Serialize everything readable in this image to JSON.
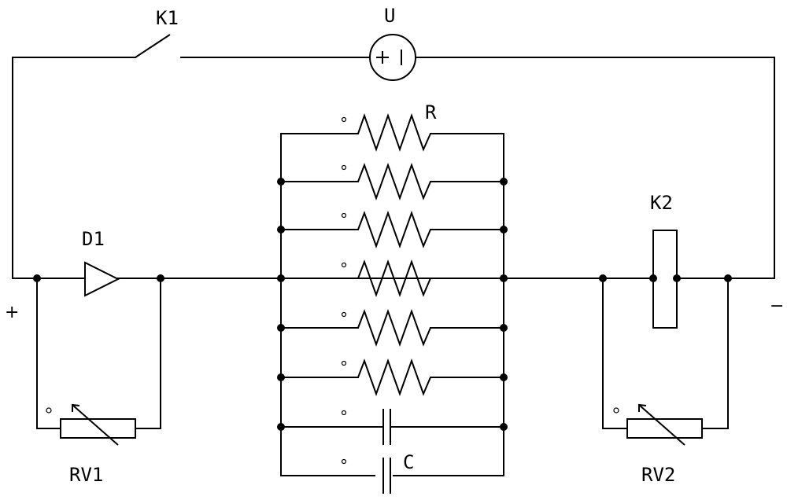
{
  "labels": {
    "k1": "K1",
    "u": "U",
    "r": "R",
    "d1": "D1",
    "k2": "K2",
    "c": "C",
    "rv1": "RV1",
    "rv2": "RV2",
    "plus": "+",
    "minus": "−",
    "source_polarity": "+ |"
  }
}
